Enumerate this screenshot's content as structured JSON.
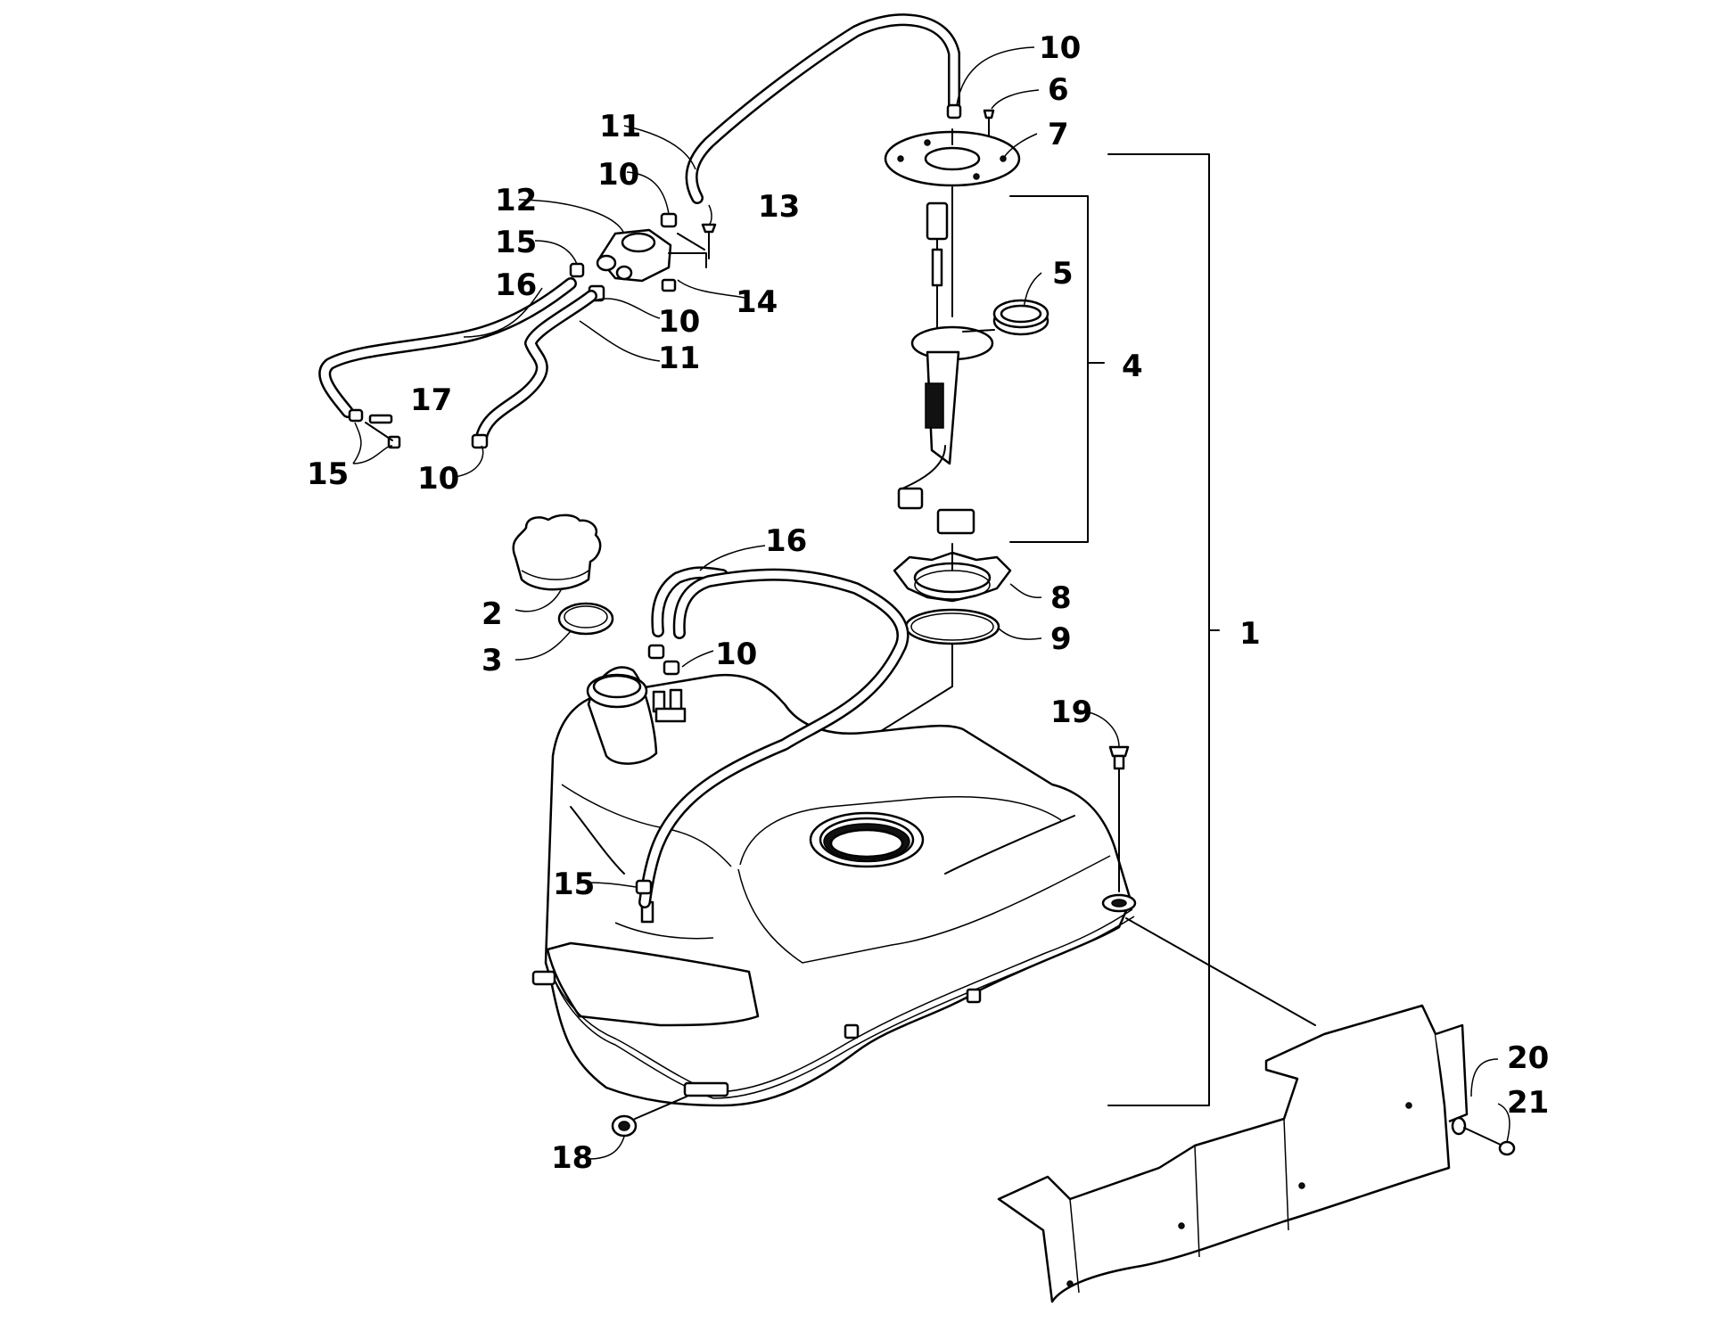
{
  "callouts": [
    {
      "id": "c1",
      "text": "1"
    },
    {
      "id": "c2",
      "text": "2"
    },
    {
      "id": "c3",
      "text": "3"
    },
    {
      "id": "c4",
      "text": "4"
    },
    {
      "id": "c5",
      "text": "5"
    },
    {
      "id": "c6",
      "text": "6"
    },
    {
      "id": "c7",
      "text": "7"
    },
    {
      "id": "c8",
      "text": "8"
    },
    {
      "id": "c9",
      "text": "9"
    },
    {
      "id": "c10a",
      "text": "10"
    },
    {
      "id": "c10b",
      "text": "10"
    },
    {
      "id": "c10c",
      "text": "10"
    },
    {
      "id": "c10d",
      "text": "10"
    },
    {
      "id": "c10e",
      "text": "10"
    },
    {
      "id": "c11a",
      "text": "11"
    },
    {
      "id": "c11b",
      "text": "11"
    },
    {
      "id": "c12",
      "text": "12"
    },
    {
      "id": "c13",
      "text": "13"
    },
    {
      "id": "c14",
      "text": "14"
    },
    {
      "id": "c15a",
      "text": "15"
    },
    {
      "id": "c15b",
      "text": "15"
    },
    {
      "id": "c15c",
      "text": "15"
    },
    {
      "id": "c16a",
      "text": "16"
    },
    {
      "id": "c16b",
      "text": "16"
    },
    {
      "id": "c17",
      "text": "17"
    },
    {
      "id": "c18",
      "text": "18"
    },
    {
      "id": "c19",
      "text": "19"
    },
    {
      "id": "c20",
      "text": "20"
    },
    {
      "id": "c21",
      "text": "21"
    }
  ]
}
